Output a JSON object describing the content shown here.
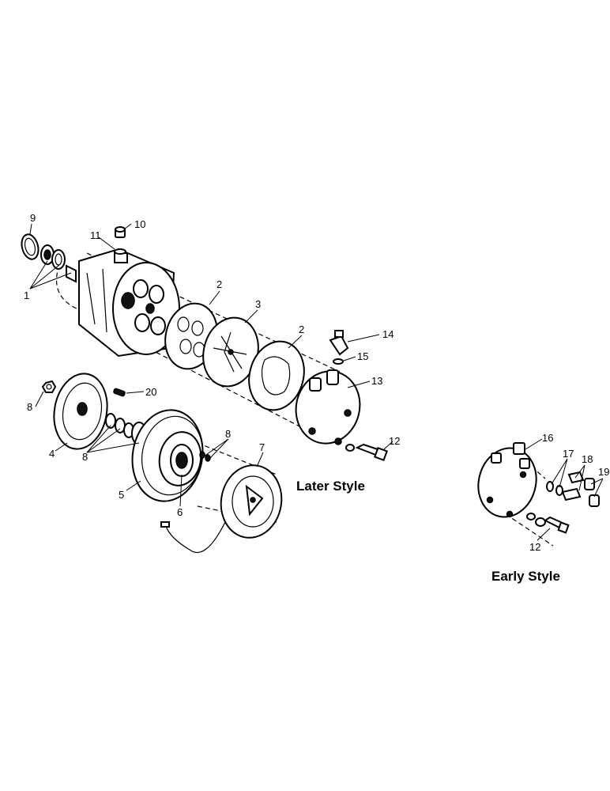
{
  "captions": {
    "later_style": "Later Style",
    "early_style": "Early Style"
  },
  "callouts": {
    "c1": "1",
    "c2a": "2",
    "c2b": "2",
    "c3": "3",
    "c4": "4",
    "c5": "5",
    "c6": "6",
    "c7": "7",
    "c8a": "8",
    "c8b": "8",
    "c8c": "8",
    "c9": "9",
    "c10": "10",
    "c11": "11",
    "c12a": "12",
    "c12b": "12",
    "c13": "13",
    "c14": "14",
    "c15": "15",
    "c16": "16",
    "c17": "17",
    "c18": "18",
    "c19": "19",
    "c20": "20"
  }
}
